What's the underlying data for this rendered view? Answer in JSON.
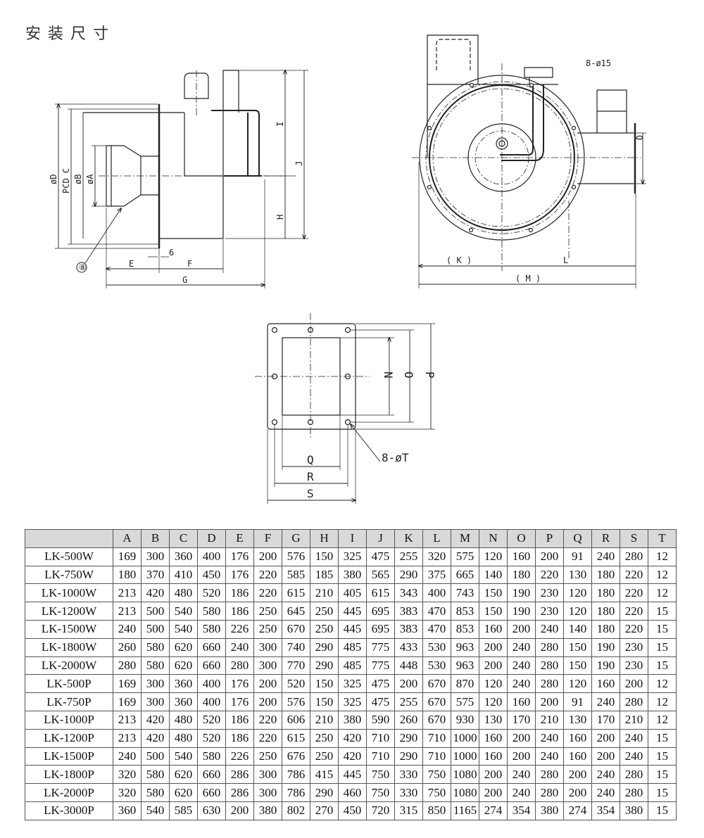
{
  "title": "安装尺寸",
  "side_view": {
    "labels": {
      "D": "øD",
      "C": "PCD C",
      "B": "øB",
      "A": "øA",
      "part": "⑧",
      "six": "6",
      "E": "E",
      "F": "F",
      "G": "G",
      "I": "I",
      "J": "J",
      "H": "H"
    }
  },
  "front_view": {
    "labels": {
      "holes": "8-ø15",
      "K": "( K )",
      "L": "L",
      "M": "( M )",
      "Q": "Q"
    }
  },
  "flange_view": {
    "labels": {
      "N": "N",
      "O": "O",
      "P": "P",
      "Q": "Q",
      "R": "R",
      "S": "S",
      "holes": "8-øT"
    }
  },
  "table": {
    "columns": [
      "",
      "A",
      "B",
      "C",
      "D",
      "E",
      "F",
      "G",
      "H",
      "I",
      "J",
      "K",
      "L",
      "M",
      "N",
      "O",
      "P",
      "Q",
      "R",
      "S",
      "T"
    ],
    "rows": [
      [
        "LK-500W",
        "169",
        "300",
        "360",
        "400",
        "176",
        "200",
        "576",
        "150",
        "325",
        "475",
        "255",
        "320",
        "575",
        "120",
        "160",
        "200",
        "91",
        "240",
        "280",
        "12"
      ],
      [
        "LK-750W",
        "180",
        "370",
        "410",
        "450",
        "176",
        "220",
        "585",
        "185",
        "380",
        "565",
        "290",
        "375",
        "665",
        "140",
        "180",
        "220",
        "130",
        "180",
        "220",
        "12"
      ],
      [
        "LK-1000W",
        "213",
        "420",
        "480",
        "520",
        "186",
        "220",
        "615",
        "210",
        "405",
        "615",
        "343",
        "400",
        "743",
        "150",
        "190",
        "230",
        "120",
        "180",
        "220",
        "12"
      ],
      [
        "LK-1200W",
        "213",
        "500",
        "540",
        "580",
        "186",
        "250",
        "645",
        "250",
        "445",
        "695",
        "383",
        "470",
        "853",
        "150",
        "190",
        "230",
        "120",
        "180",
        "220",
        "15"
      ],
      [
        "LK-1500W",
        "240",
        "500",
        "540",
        "580",
        "226",
        "250",
        "670",
        "250",
        "445",
        "695",
        "383",
        "470",
        "853",
        "160",
        "200",
        "240",
        "140",
        "180",
        "220",
        "15"
      ],
      [
        "LK-1800W",
        "260",
        "580",
        "620",
        "660",
        "240",
        "300",
        "740",
        "290",
        "485",
        "775",
        "433",
        "530",
        "963",
        "200",
        "240",
        "280",
        "150",
        "190",
        "230",
        "15"
      ],
      [
        "LK-2000W",
        "280",
        "580",
        "620",
        "660",
        "280",
        "300",
        "770",
        "290",
        "485",
        "775",
        "448",
        "530",
        "963",
        "200",
        "240",
        "280",
        "150",
        "190",
        "230",
        "15"
      ],
      [
        "LK-500P",
        "169",
        "300",
        "360",
        "400",
        "176",
        "200",
        "520",
        "150",
        "325",
        "475",
        "200",
        "670",
        "870",
        "120",
        "240",
        "280",
        "120",
        "160",
        "200",
        "12"
      ],
      [
        "LK-750P",
        "169",
        "300",
        "360",
        "400",
        "176",
        "200",
        "576",
        "150",
        "325",
        "475",
        "255",
        "670",
        "575",
        "120",
        "160",
        "200",
        "91",
        "240",
        "280",
        "12"
      ],
      [
        "LK-1000P",
        "213",
        "420",
        "480",
        "520",
        "186",
        "220",
        "606",
        "210",
        "380",
        "590",
        "260",
        "670",
        "930",
        "130",
        "170",
        "210",
        "130",
        "170",
        "210",
        "12"
      ],
      [
        "LK-1200P",
        "213",
        "420",
        "480",
        "520",
        "186",
        "220",
        "615",
        "250",
        "420",
        "710",
        "290",
        "710",
        "1000",
        "160",
        "200",
        "240",
        "160",
        "200",
        "240",
        "15"
      ],
      [
        "LK-1500P",
        "240",
        "500",
        "540",
        "580",
        "226",
        "250",
        "676",
        "250",
        "420",
        "710",
        "290",
        "710",
        "1000",
        "160",
        "200",
        "240",
        "160",
        "200",
        "240",
        "15"
      ],
      [
        "LK-1800P",
        "320",
        "580",
        "620",
        "660",
        "286",
        "300",
        "786",
        "415",
        "445",
        "750",
        "330",
        "750",
        "1080",
        "200",
        "240",
        "280",
        "200",
        "240",
        "280",
        "15"
      ],
      [
        "LK-2000P",
        "320",
        "580",
        "620",
        "660",
        "286",
        "300",
        "786",
        "290",
        "460",
        "750",
        "330",
        "750",
        "1080",
        "200",
        "240",
        "280",
        "200",
        "240",
        "280",
        "15"
      ],
      [
        "LK-3000P",
        "360",
        "540",
        "585",
        "630",
        "200",
        "380",
        "802",
        "270",
        "450",
        "720",
        "315",
        "850",
        "1165",
        "274",
        "354",
        "380",
        "274",
        "354",
        "380",
        "15"
      ]
    ]
  }
}
